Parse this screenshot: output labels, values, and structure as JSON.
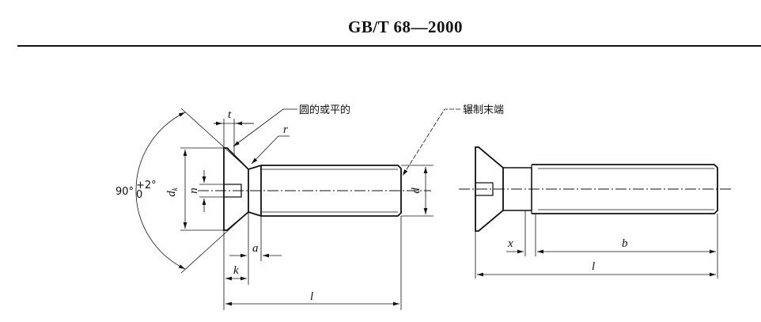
{
  "header": {
    "standard": "GB/T 68—2000"
  },
  "callouts": {
    "round_or_flat": "圆的或平的",
    "rolled_end": "辗制末端"
  },
  "dimensions": {
    "t": "t",
    "r": "r",
    "dk": "d",
    "dk_sub": "k",
    "n": "n",
    "d": "d",
    "a": "a",
    "k": "k",
    "l": "l",
    "x": "x",
    "b": "b",
    "l2": "l"
  },
  "angle": {
    "value": "90°",
    "upper_tol": "+2°",
    "lower_tol": "0"
  }
}
